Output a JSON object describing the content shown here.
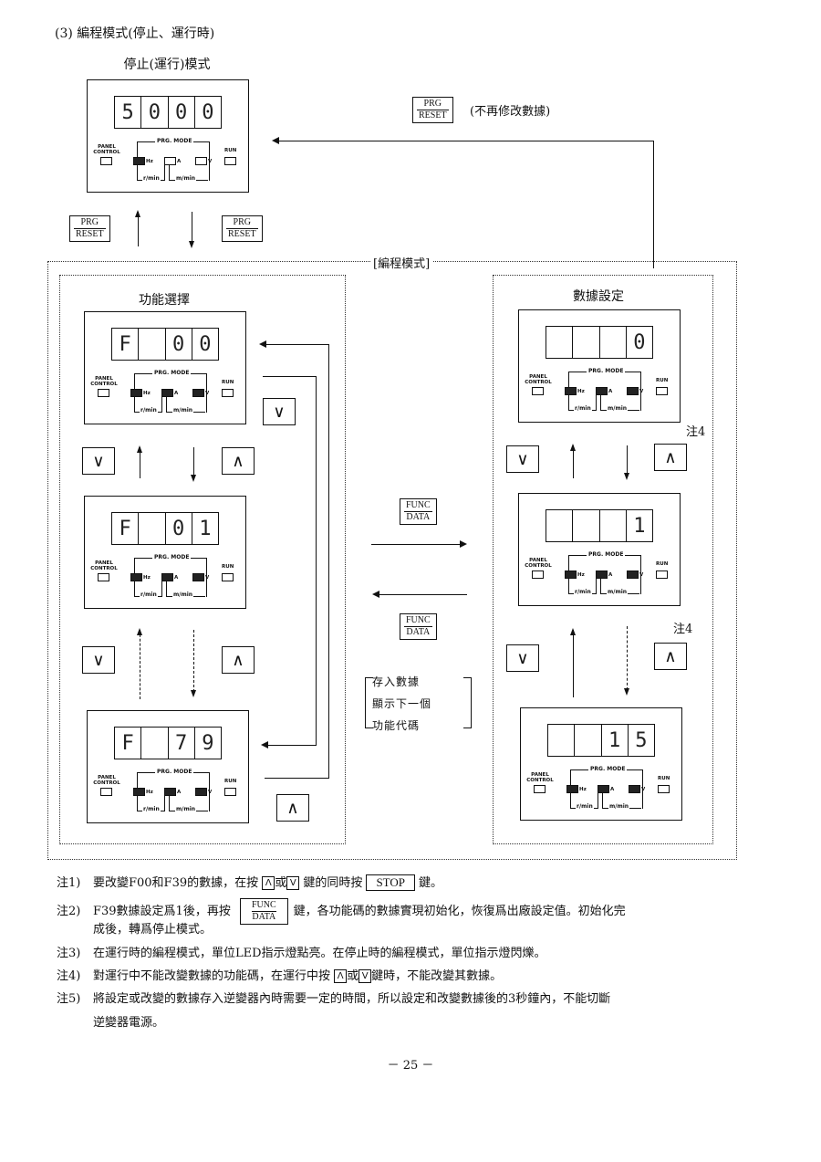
{
  "section_title": "(3)  編程模式(停止、運行時)",
  "stop_panel": {
    "title": "停止(運行)模式",
    "digits": [
      "5",
      "0",
      "0",
      "0"
    ]
  },
  "top_key": {
    "top": "PRG",
    "bottom": "RESET",
    "caption": "(不再修改數據)"
  },
  "left_keys": [
    {
      "top": "PRG",
      "bottom": "RESET"
    },
    {
      "top": "PRG",
      "bottom": "RESET"
    }
  ],
  "prog_mode_label": "[編程模式]",
  "func_select": {
    "title": "功能選擇",
    "panels": [
      {
        "digits": [
          "F",
          "",
          "0",
          "0"
        ]
      },
      {
        "digits": [
          "F",
          "",
          "0",
          "1"
        ]
      },
      {
        "digits": [
          "F",
          "",
          "7",
          "9"
        ]
      }
    ]
  },
  "data_setting": {
    "title": "數據設定",
    "panels": [
      {
        "digits": [
          "",
          "",
          "",
          "0"
        ]
      },
      {
        "digits": [
          "",
          "",
          "",
          "1"
        ]
      },
      {
        "digits": [
          "",
          "",
          "1",
          "5"
        ]
      }
    ],
    "note_refs": [
      "注4",
      "注4"
    ]
  },
  "panel_labels": {
    "panel_control": "PANEL CONTROL",
    "prg_mode": "PRG. MODE",
    "hz": "Hz",
    "a": "A",
    "v": "V",
    "run": "RUN",
    "rmin": "r/min",
    "mmin": "m/min"
  },
  "arrow_keys": {
    "down": "∨",
    "up": "∧"
  },
  "func_data_keys": [
    {
      "top": "FUNC",
      "bottom": "DATA"
    },
    {
      "top": "FUNC",
      "bottom": "DATA"
    }
  ],
  "legend": [
    "存入數據",
    "顯示下一個",
    "功能代碼"
  ],
  "notes": [
    {
      "num": "注1)",
      "parts": [
        "要改變F00和F39的數據，在按",
        "Λ",
        "或",
        "V",
        "鍵的同時按",
        "STOP",
        "鍵。"
      ]
    },
    {
      "num": "注2)",
      "parts": [
        "F39數據設定爲1後，再按",
        "FUNC",
        "DATA",
        "鍵，各功能碼的數據實現初始化，恢復爲出廠設定值。初始化完",
        "成後，轉爲停止模式。"
      ]
    },
    {
      "num": "注3)",
      "text": "在運行時的編程模式，單位LED指示燈點亮。在停止時的編程模式，單位指示燈閃爍。"
    },
    {
      "num": "注4)",
      "parts": [
        "對運行中不能改變數據的功能碼，在運行中按",
        "Λ",
        "或",
        "V",
        "鍵時，不能改變其數據。"
      ]
    },
    {
      "num": "注5)",
      "text": "將設定或改變的數據存入逆變器內時需要一定的時間，所以設定和改變數據後的3秒鐘內，不能切斷",
      "text2": "逆變器電源。"
    }
  ],
  "page_number": "－ 25 －"
}
